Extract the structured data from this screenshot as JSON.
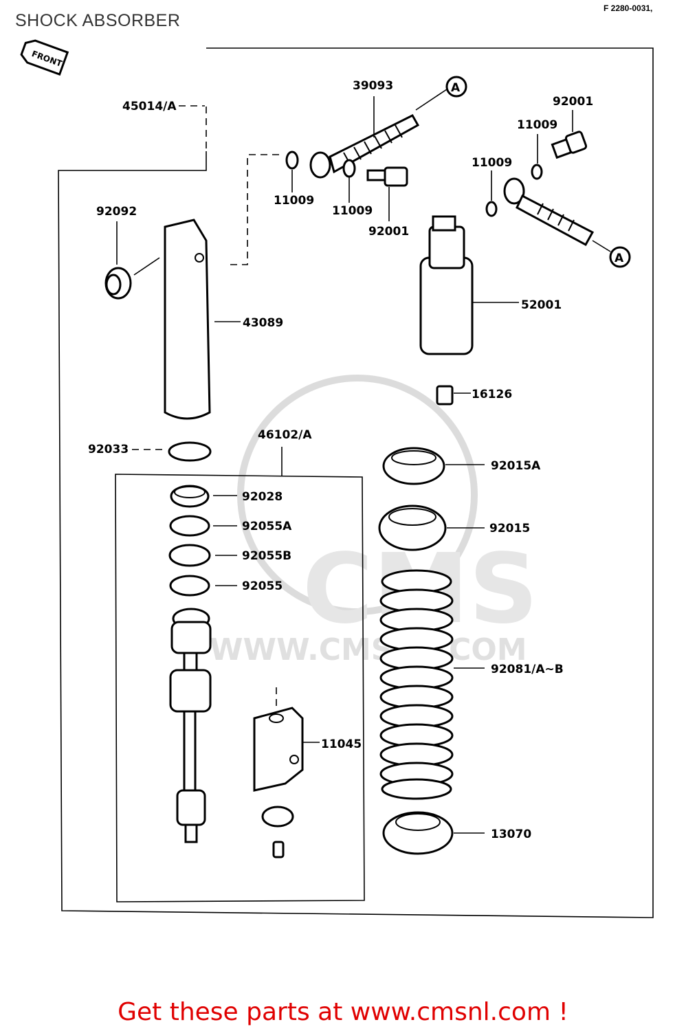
{
  "page": {
    "title": "SHOCK ABSORBER",
    "ref_code": "F 2280-0031,",
    "footer": "Get these parts at www.cmsnl.com !"
  },
  "watermark": {
    "text": "WWW.CMSNL.COM",
    "logo": "CMS"
  },
  "front_tag": "FRONT",
  "ref_marker": "A",
  "parts": {
    "p45014": "45014/A",
    "p39093": "39093",
    "p92001a": "92001",
    "p92001b": "92001",
    "p11009a": "11009",
    "p11009b": "11009",
    "p11009c": "11009",
    "p11009d": "11009",
    "p92092": "92092",
    "p43089": "43089",
    "p52001": "52001",
    "p16126": "16126",
    "p92033": "92033",
    "p46102": "46102/A",
    "p92028": "92028",
    "p92055A": "92055A",
    "p92055B": "92055B",
    "p92055": "92055",
    "p92015A": "92015A",
    "p92015": "92015",
    "p92081": "92081/A~B",
    "p11045": "11045",
    "p13070": "13070"
  }
}
